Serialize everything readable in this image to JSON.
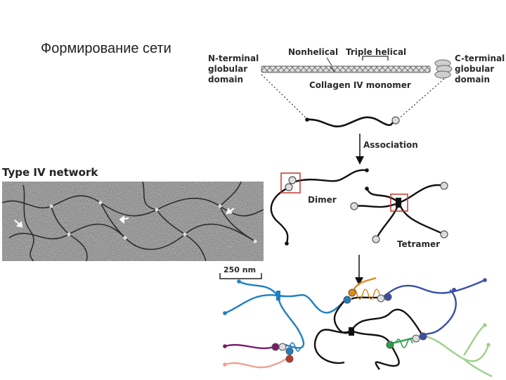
{
  "slide": {
    "title": "Формирование сети"
  },
  "micrograph": {
    "title": "Type IV network",
    "scale_bar": "250 nm"
  },
  "monomer": {
    "n_terminal": [
      "N-terminal",
      "globular",
      "domain"
    ],
    "nonhelical": "Nonhelical",
    "triple_helical": "Triple helical",
    "c_terminal": [
      "C-terminal",
      "globular",
      "domain"
    ],
    "name": "Collagen IV monomer"
  },
  "steps": {
    "association": "Association",
    "dimer": "Dimer",
    "tetramer": "Tetramer"
  },
  "colors": {
    "black_chain": "#111111",
    "blue_chain": "#1f7fc4",
    "navy_chain": "#3a4fa8",
    "orange_chain": "#e08a1e",
    "green_chain": "#2e9e4a",
    "light_green_chain": "#9fd08a",
    "purple_chain": "#7a1a6a",
    "pink_chain": "#f0a090",
    "highlight_box": "#c0392b"
  }
}
